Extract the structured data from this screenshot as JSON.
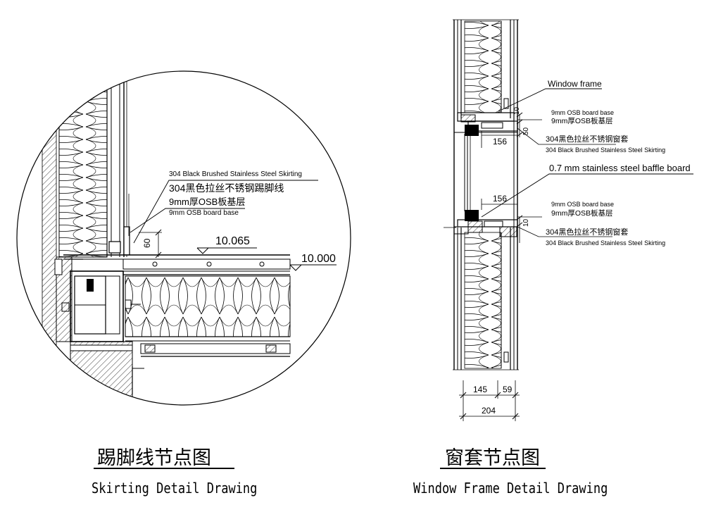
{
  "skirting": {
    "label_en": "304 Black Brushed Stainless Steel Skirting",
    "label_cn": "304黑色拉丝不锈钢踢脚线",
    "osb_cn": "9mm厚OSB板基层",
    "osb_en": "9mm OSB board base",
    "dim_60": "60",
    "elev_floor": "10.065",
    "elev_base": "10.000",
    "title_cn": "踢脚线节点图",
    "title_en": "Skirting Detail Drawing"
  },
  "window": {
    "frame_label": "Window frame",
    "osb_en_1": "9mm OSB board base",
    "osb_cn_1": "9mm厚OSB板基层",
    "sleeve_cn_1": "304黑色拉丝不锈钢窗套",
    "sleeve_en_1": "304 Black Brushed Stainless Steel Skirting",
    "baffle_label": "0.7 mm stainless steel baffle board",
    "osb_en_2": "9mm OSB board base",
    "osb_cn_2": "9mm厚OSB板基层",
    "sleeve_cn_2": "304黑色拉丝不锈钢窗套",
    "sleeve_en_2": "304 Black Brushed Stainless Steel Skirting",
    "dim_156_top": "156",
    "dim_156_bottom": "156",
    "dim_10_top": "10",
    "dim_50_top": "50",
    "dim_10_bottom": "10",
    "dim_145": "145",
    "dim_59": "59",
    "dim_204": "204",
    "title_cn": "窗套节点图",
    "title_en": "Window Frame Detail Drawing"
  }
}
